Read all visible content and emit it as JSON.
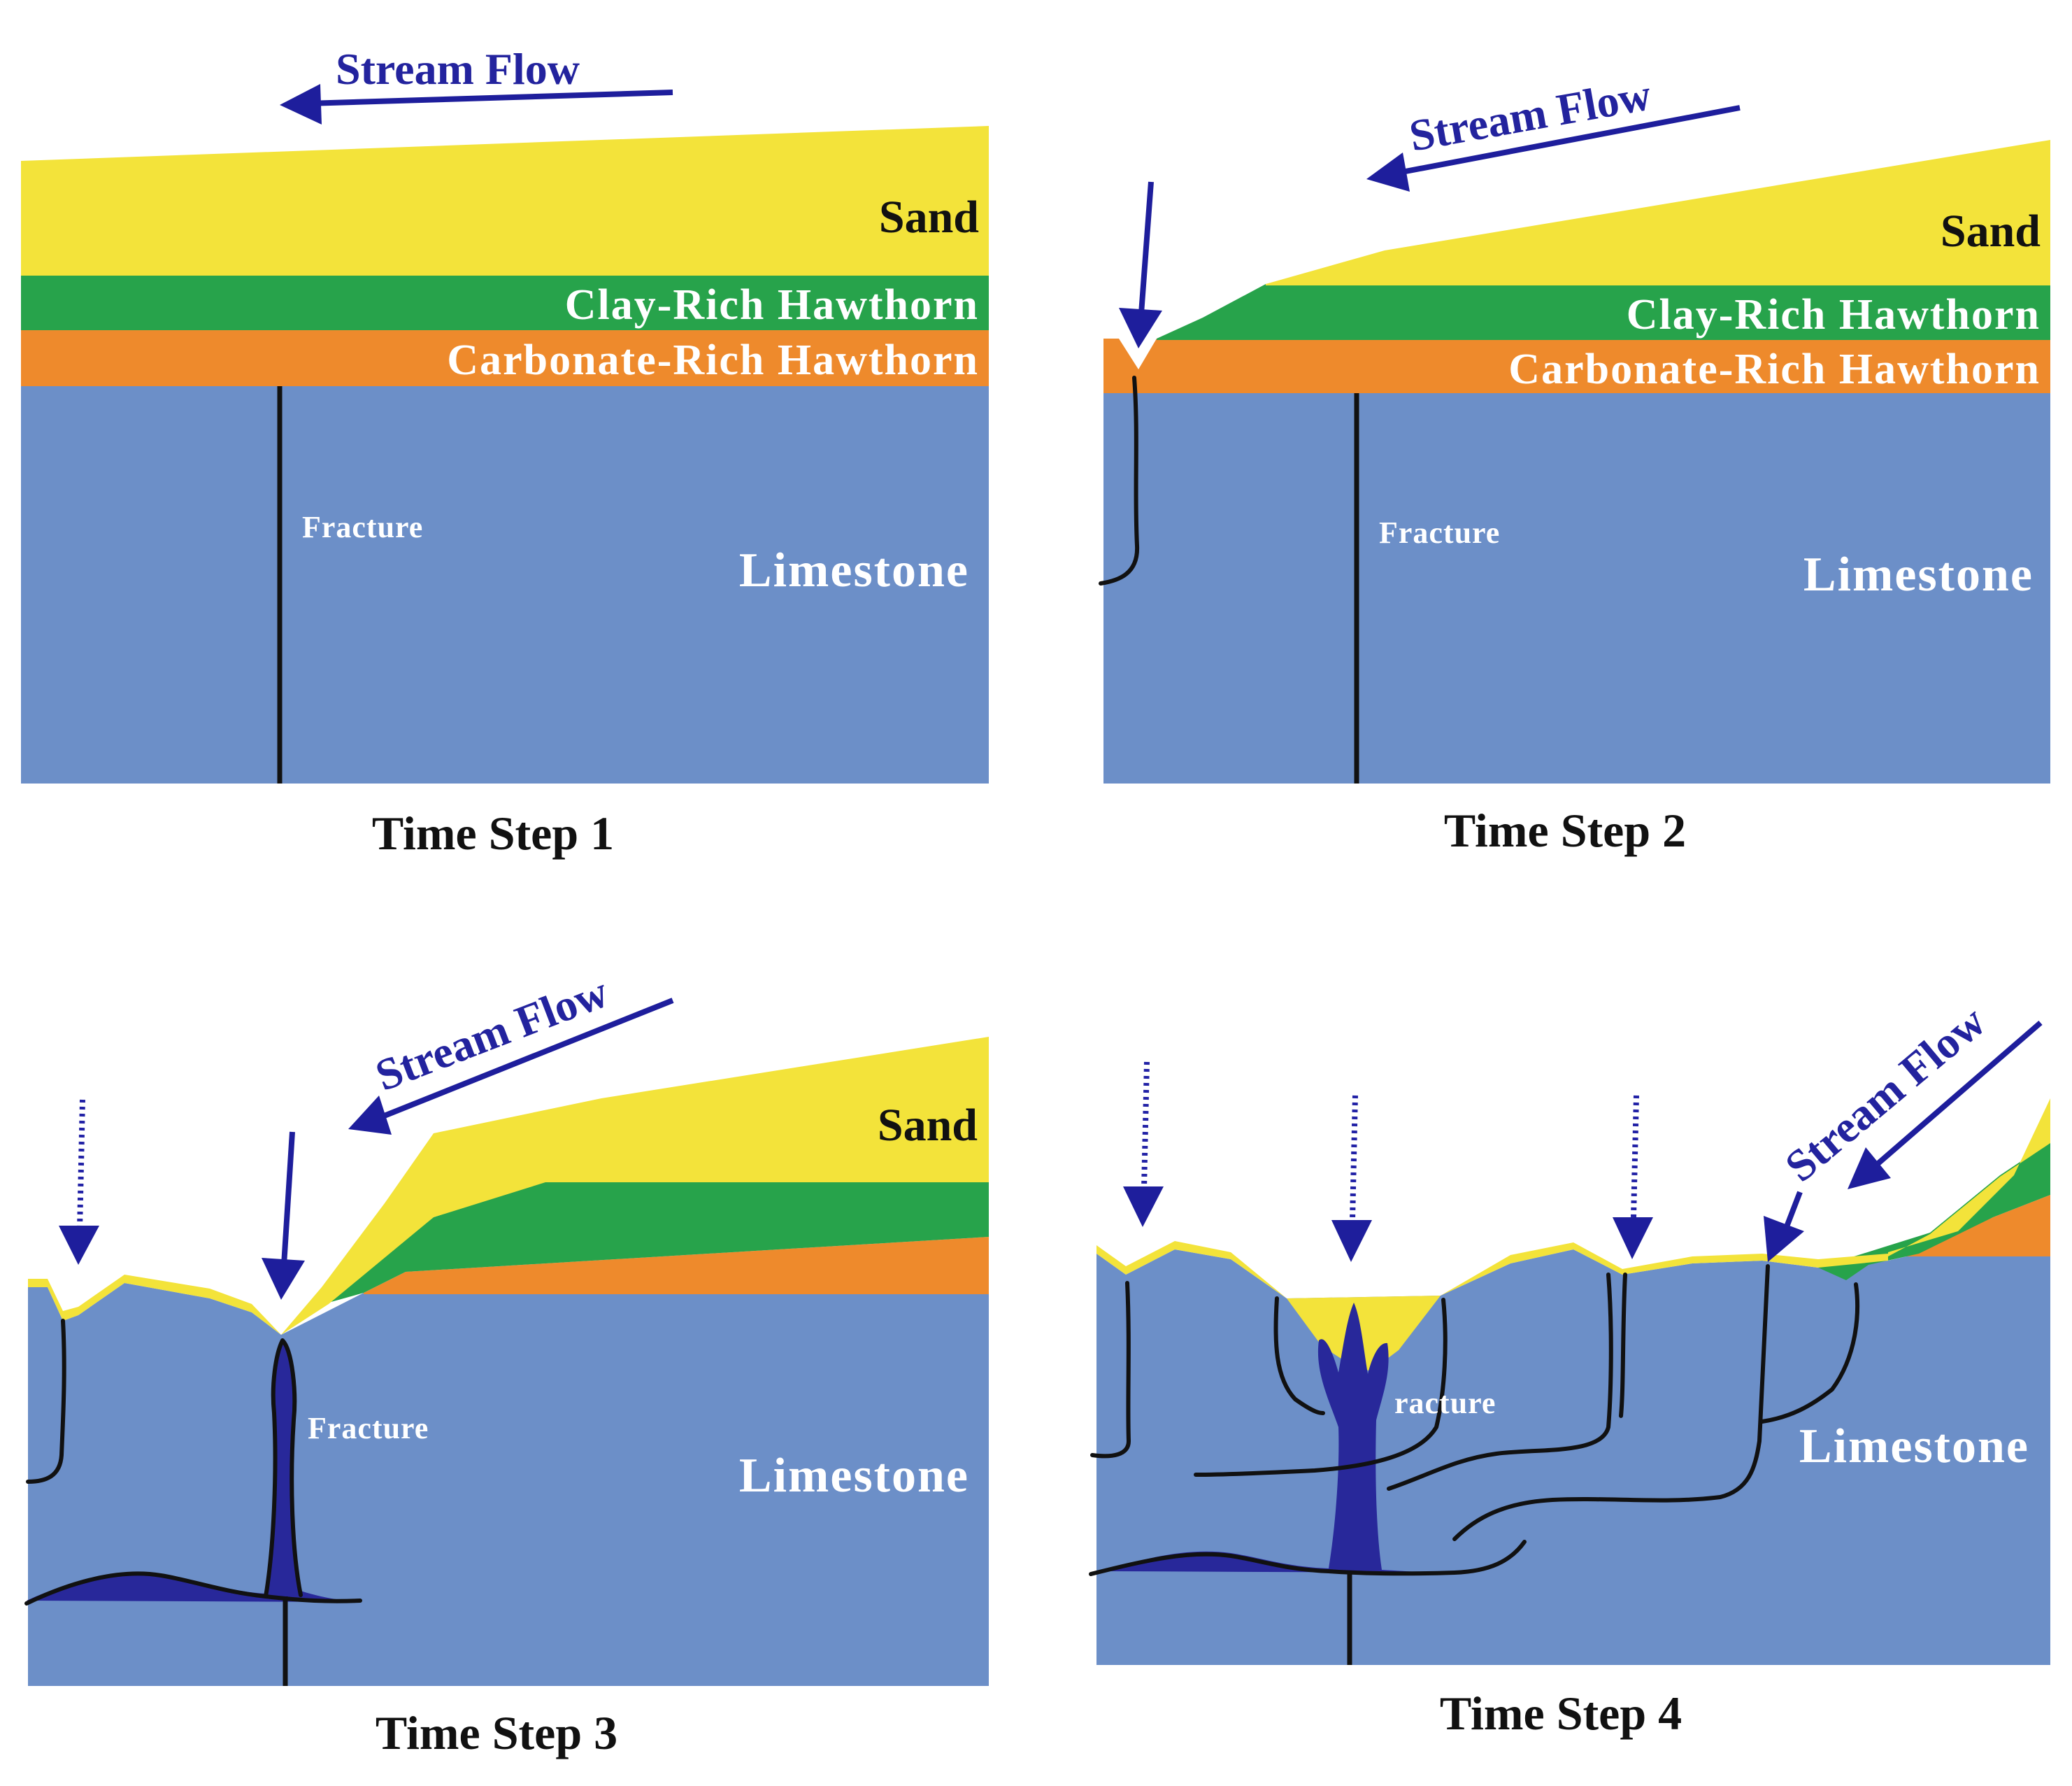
{
  "colors": {
    "sand": "#f3e33a",
    "clay": "#27a34b",
    "carbonate": "#ee8a2c",
    "limestone": "#6c8fc8",
    "conduit": "#28289a",
    "arrow": "#1e1e9c"
  },
  "labels": {
    "stream_flow": "Stream Flow",
    "sand": "Sand",
    "clay": "Clay-Rich Hawthorn",
    "carbonate": "Carbonate-Rich Hawthorn",
    "limestone": "Limestone",
    "fracture": "Fracture",
    "fracture_partial": "racture"
  },
  "panels": [
    {
      "id": 1,
      "caption": "Time Step 1"
    },
    {
      "id": 2,
      "caption": "Time Step 2"
    },
    {
      "id": 3,
      "caption": "Time Step 3"
    },
    {
      "id": 4,
      "caption": "Time Step 4"
    }
  ]
}
